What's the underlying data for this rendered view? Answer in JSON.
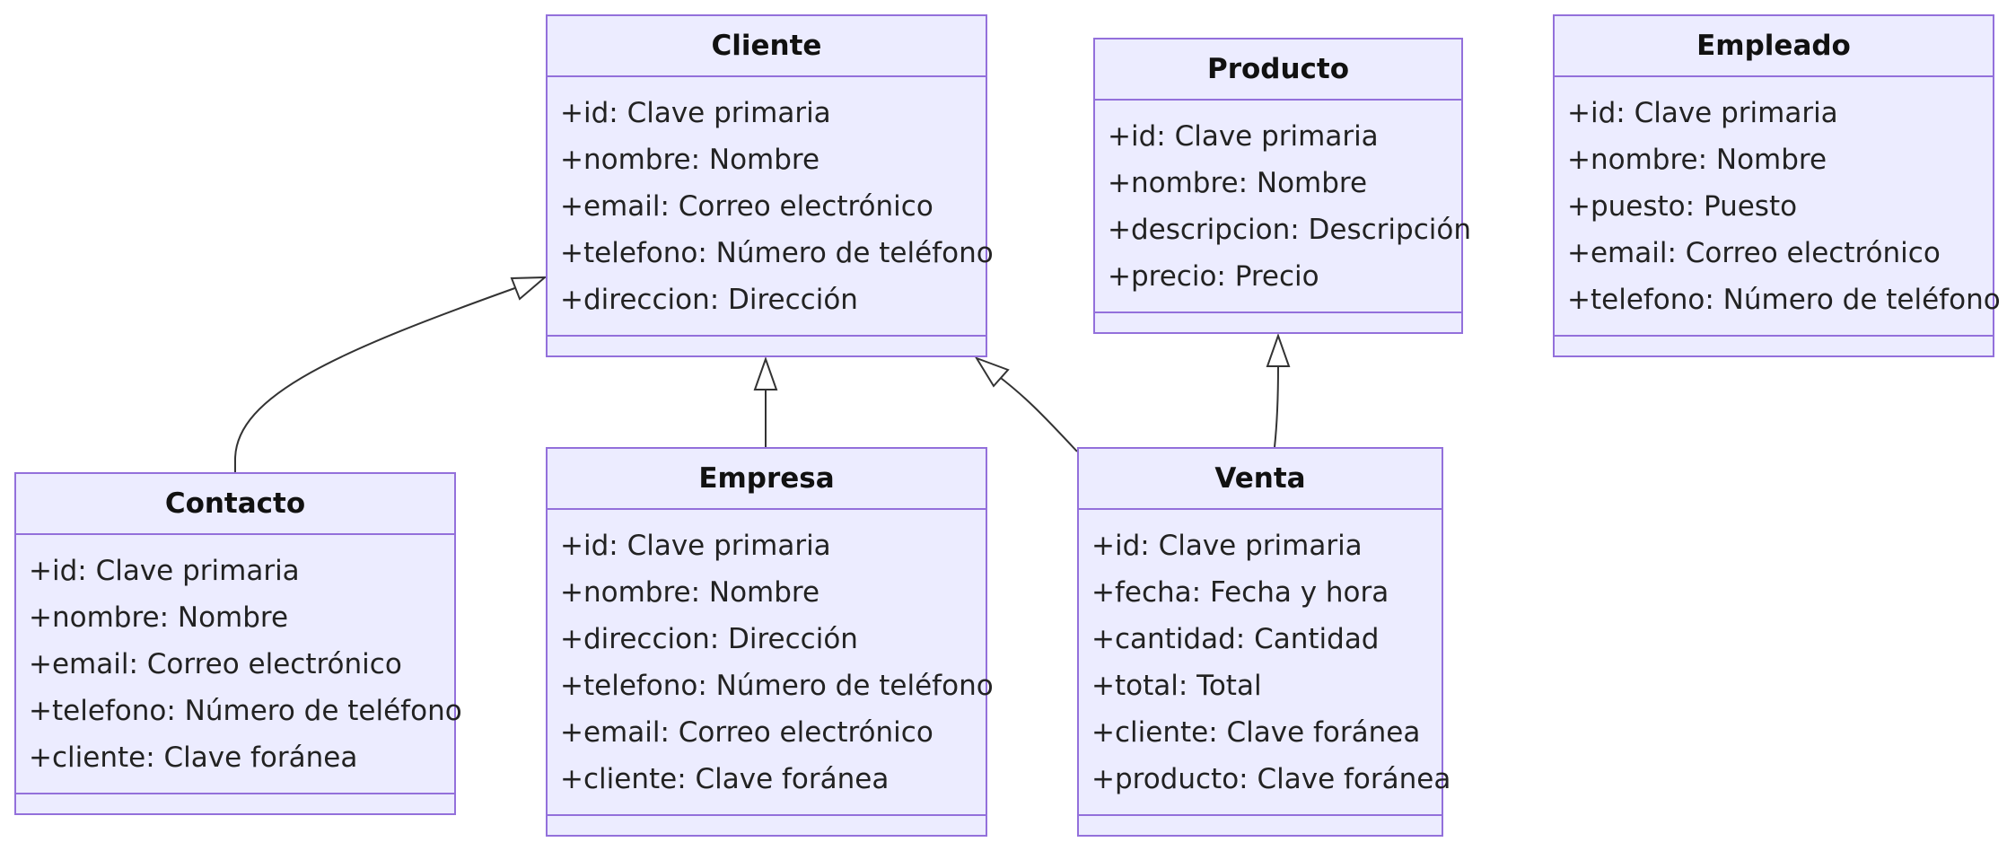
{
  "classes": [
    {
      "id": "cliente",
      "name": "Cliente",
      "attributes": [
        "+id: Clave primaria",
        "+nombre: Nombre",
        "+email: Correo electrónico",
        "+telefono: Número de teléfono",
        "+direccion: Dirección"
      ]
    },
    {
      "id": "producto",
      "name": "Producto",
      "attributes": [
        "+id: Clave primaria",
        "+nombre: Nombre",
        "+descripcion: Descripción",
        "+precio: Precio"
      ]
    },
    {
      "id": "empleado",
      "name": "Empleado",
      "attributes": [
        "+id: Clave primaria",
        "+nombre: Nombre",
        "+puesto: Puesto",
        "+email: Correo electrónico",
        "+telefono: Número de teléfono"
      ]
    },
    {
      "id": "contacto",
      "name": "Contacto",
      "attributes": [
        "+id: Clave primaria",
        "+nombre: Nombre",
        "+email: Correo electrónico",
        "+telefono: Número de teléfono",
        "+cliente: Clave foránea"
      ]
    },
    {
      "id": "empresa",
      "name": "Empresa",
      "attributes": [
        "+id: Clave primaria",
        "+nombre: Nombre",
        "+direccion: Dirección",
        "+telefono: Número de teléfono",
        "+email: Correo electrónico",
        "+cliente: Clave foránea"
      ]
    },
    {
      "id": "venta",
      "name": "Venta",
      "attributes": [
        "+id: Clave primaria",
        "+fecha: Fecha y hora",
        "+cantidad: Cantidad",
        "+total: Total",
        "+cliente: Clave foránea",
        "+producto: Clave foránea"
      ]
    }
  ],
  "relations": [
    {
      "from": "contacto",
      "to": "cliente",
      "type": "inheritance"
    },
    {
      "from": "empresa",
      "to": "cliente",
      "type": "inheritance"
    },
    {
      "from": "venta",
      "to": "cliente",
      "type": "inheritance"
    },
    {
      "from": "venta",
      "to": "producto",
      "type": "inheritance"
    }
  ],
  "style": {
    "box_fill": "#ececff",
    "box_stroke": "#9370db",
    "edge_stroke": "#333333"
  }
}
